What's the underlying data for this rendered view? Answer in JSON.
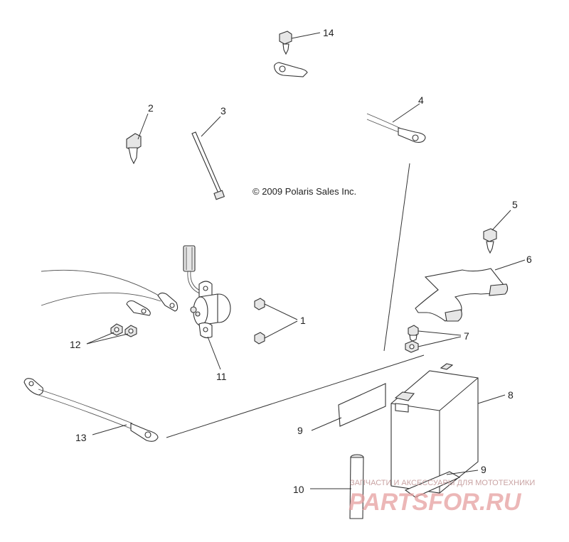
{
  "copyright": "© 2009 Polaris Sales Inc.",
  "watermark": {
    "tagline": "ЗАПЧАСТИ И АКСЕССУАРЫ ДЛЯ МОТОТЕХНИКИ",
    "logo": "PARTSFOR.RU"
  },
  "callouts": {
    "c1": "1",
    "c2": "2",
    "c3": "3",
    "c4": "4",
    "c5": "5",
    "c6": "6",
    "c7": "7",
    "c8": "8",
    "c9a": "9",
    "c9b": "9",
    "c10": "10",
    "c11": "11",
    "c12": "12",
    "c13": "13",
    "c14": "14"
  }
}
